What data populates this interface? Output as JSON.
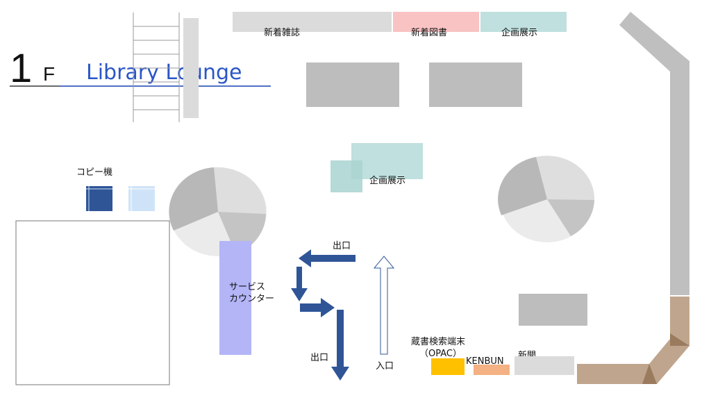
{
  "title": {
    "floor_number": "1",
    "floor_letter": "F",
    "name": "Library Lounge"
  },
  "labels": {
    "new_magazines": "新着雑誌",
    "new_books": "新着図書",
    "exhibition_top": "企画展示",
    "exhibition_center": "企画展示",
    "copier": "コピー機",
    "service_counter_line1": "サービス",
    "service_counter_line2": "カウンター",
    "exit_top": "出口",
    "exit_bottom": "出口",
    "entrance": "入口",
    "opac_line1": "蔵書検索端末",
    "opac_line2": "（OPAC）",
    "kenbun": "KENBUN",
    "newspapers": "新聞"
  },
  "colors": {
    "shelf_gray": "#dcdbdb",
    "table_gray": "#bdbdbd",
    "pink": "#f9c3c3",
    "teal": "#bfe0de",
    "counter": "#b3b5f7",
    "arrow_blue": "#2f5597",
    "copier_dark": "#2f5597",
    "copier_light": "#cfe3f8",
    "opac": "#ffc000",
    "kenbun": "#f4b183",
    "stair_gray": "#bfbfbf",
    "ramp_brown": "#bfa58d",
    "title_blue": "#2a56c6"
  }
}
